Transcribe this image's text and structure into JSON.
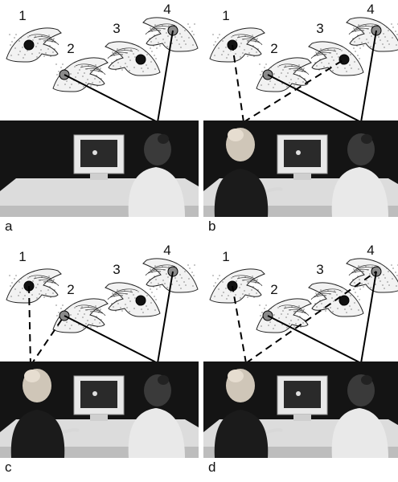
{
  "figure": {
    "hand_labels": [
      "1",
      "2",
      "3",
      "4"
    ],
    "panels": [
      {
        "letter": "a",
        "participants": 1,
        "solid_to": [
          "2",
          "4"
        ],
        "dashed_to": []
      },
      {
        "letter": "b",
        "participants": 2,
        "solid_to": [
          "2",
          "4"
        ],
        "dashed_to": [
          "1",
          "3"
        ]
      },
      {
        "letter": "c",
        "participants": 2,
        "solid_to": [
          "2",
          "4"
        ],
        "dashed_to": [
          "1",
          "2"
        ]
      },
      {
        "letter": "d",
        "participants": 2,
        "solid_to": [
          "2",
          "4"
        ],
        "dashed_to": [
          "1",
          "4"
        ]
      }
    ],
    "colors": {
      "photo_background": "#141414",
      "desk": "#dcdcdc",
      "monitor": "#e8e8e8",
      "screen": "#2a2a2a",
      "marker_dark": "#111111",
      "marker_grey": "#8a8a8a",
      "line": "#000000"
    }
  }
}
